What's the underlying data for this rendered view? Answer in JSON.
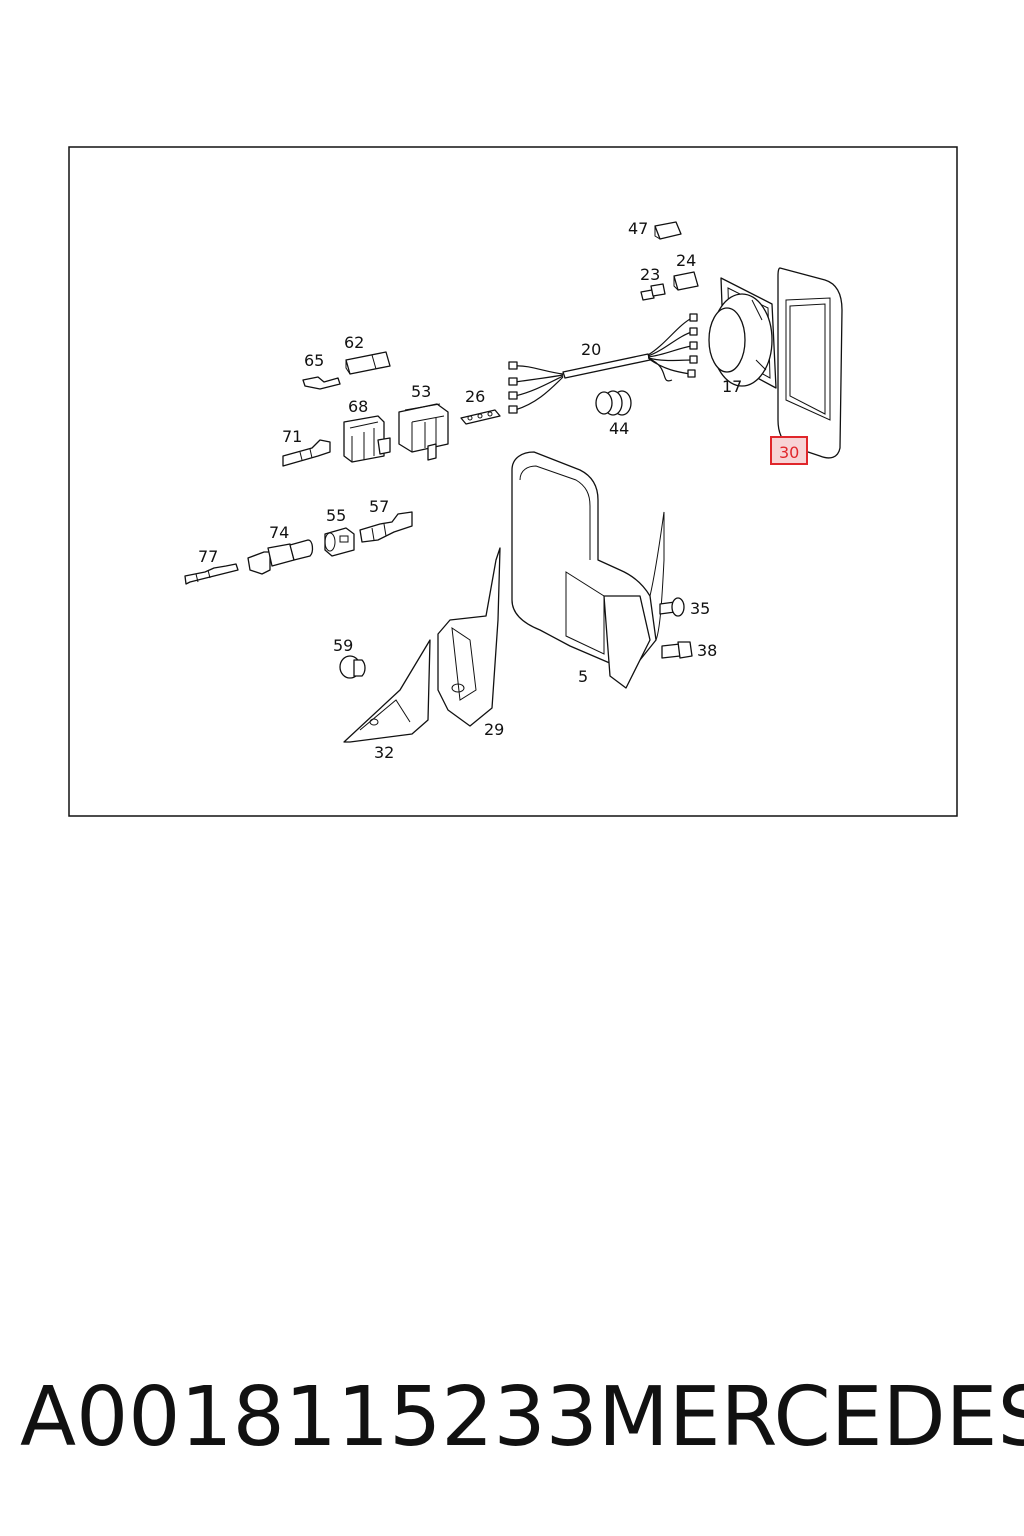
{
  "diagram": {
    "callouts": [
      {
        "id": "p47",
        "label": "47"
      },
      {
        "id": "p24",
        "label": "24"
      },
      {
        "id": "p23",
        "label": "23"
      },
      {
        "id": "p62",
        "label": "62"
      },
      {
        "id": "p65",
        "label": "65"
      },
      {
        "id": "p20",
        "label": "20"
      },
      {
        "id": "p53",
        "label": "53"
      },
      {
        "id": "p26",
        "label": "26"
      },
      {
        "id": "p17",
        "label": "17"
      },
      {
        "id": "p68",
        "label": "68"
      },
      {
        "id": "p44",
        "label": "44"
      },
      {
        "id": "p71",
        "label": "71"
      },
      {
        "id": "p30",
        "label": "30"
      },
      {
        "id": "p55",
        "label": "55"
      },
      {
        "id": "p57",
        "label": "57"
      },
      {
        "id": "p74",
        "label": "74"
      },
      {
        "id": "p77",
        "label": "77"
      },
      {
        "id": "p35",
        "label": "35"
      },
      {
        "id": "p38",
        "label": "38"
      },
      {
        "id": "p59",
        "label": "59"
      },
      {
        "id": "p5",
        "label": "5"
      },
      {
        "id": "p29",
        "label": "29"
      },
      {
        "id": "p32",
        "label": "32"
      }
    ],
    "highlighted_callout": "30",
    "highlight_color": "#e0262b",
    "highlight_fill": "#f7d4d6"
  },
  "footer": {
    "part_number": "A0018115233",
    "brand": "MERCEDES"
  }
}
